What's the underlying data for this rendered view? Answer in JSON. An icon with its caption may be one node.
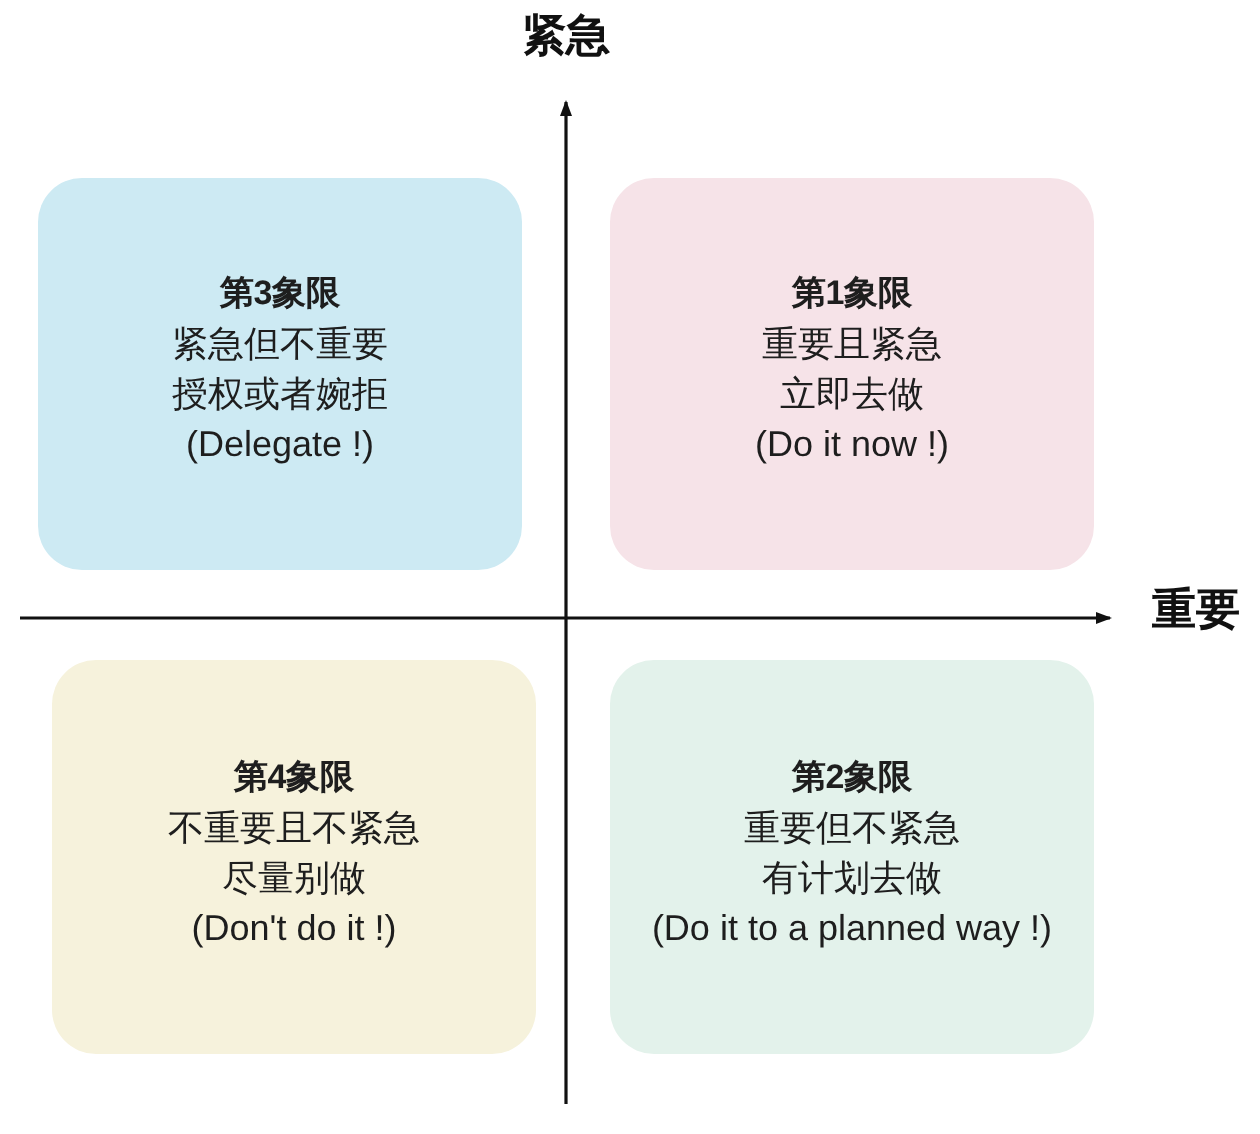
{
  "diagram": {
    "nodes": [
      {
        "text": [
          "第3象限",
          "紧急但不重要",
          "授权或者婉拒",
          "(Delegate !)"
        ]
      },
      {
        "text": [
          "第1象限",
          "重要且紧急",
          "立即去做",
          "(Do it now !)"
        ]
      },
      {
        "text": [
          "第4象限",
          "不重要且不紧急",
          "尽量别做",
          "(Don't do it !)"
        ]
      },
      {
        "text": [
          "第2象限",
          "重要但不紧急",
          "有计划去做",
          "(Do it to a planned way !)"
        ]
      }
    ],
    "labels": [
      "紧急",
      "重要"
    ]
  }
}
